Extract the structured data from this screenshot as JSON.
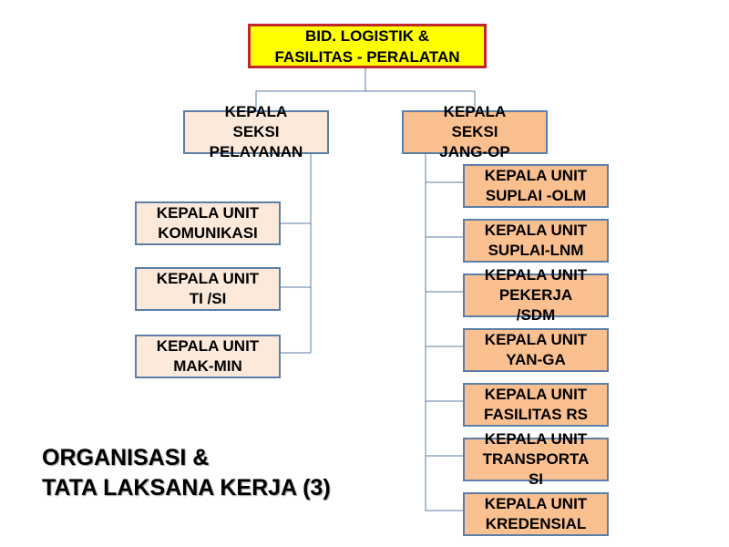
{
  "diagram": {
    "top": [
      "BID. LOGISTIK &",
      "FASILITAS - PERALATAN"
    ],
    "seksi_pelayanan": [
      "KEPALA",
      "SEKSI",
      "PELAYANAN"
    ],
    "seksi_jangop": [
      "KEPALA",
      "SEKSI",
      "JANG-OP"
    ],
    "left_units": [
      [
        "KEPALA UNIT",
        "KOMUNIKASI"
      ],
      [
        "KEPALA UNIT",
        "TI /SI"
      ],
      [
        "KEPALA UNIT",
        "MAK-MIN"
      ]
    ],
    "right_units": [
      [
        "KEPALA UNIT",
        "SUPLAI -OLM"
      ],
      [
        "KEPALA UNIT",
        "SUPLAI-LNM"
      ],
      [
        "KEPALA UNIT",
        "PEKERJA",
        "/SDM"
      ],
      [
        "KEPALA UNIT",
        "YAN-GA"
      ],
      [
        "KEPALA UNIT",
        "FASILITAS RS"
      ],
      [
        "KEPALA UNIT",
        "TRANSPORTA",
        "SI"
      ],
      [
        "KEPALA UNIT",
        "KREDENSIAL"
      ]
    ]
  },
  "title": [
    "ORGANISASI &",
    "TATA LAKSANA KERJA (3)"
  ],
  "colors": {
    "top_fill": "#ffff00",
    "top_border": "#c0272d",
    "light_fill": "#fde9d9",
    "peach_fill": "#fac090",
    "box_border": "#5b7ea6",
    "connector": "#5b7ea6"
  }
}
